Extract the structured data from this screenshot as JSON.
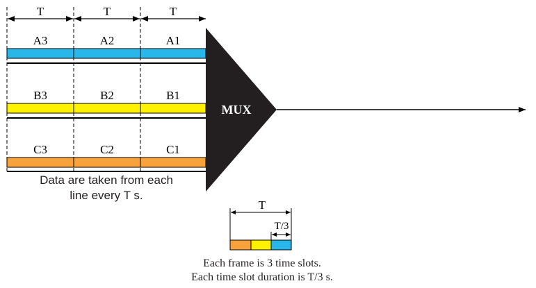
{
  "period_labels": [
    "T",
    "T",
    "T"
  ],
  "lines": [
    {
      "slots": [
        "A3",
        "A2",
        "A1"
      ],
      "color": "#29b6e8"
    },
    {
      "slots": [
        "B3",
        "B2",
        "B1"
      ],
      "color": "#fff200"
    },
    {
      "slots": [
        "C3",
        "C2",
        "C1"
      ],
      "color": "#f7a23b"
    }
  ],
  "mux_label": "MUX",
  "caption_left": [
    "Data are taken from each",
    "line every T s."
  ],
  "frame": {
    "period_label": "T",
    "slot_label": "T/3",
    "slot_colors": [
      "#f7a23b",
      "#fff200",
      "#29b6e8"
    ]
  },
  "caption_bottom": [
    "Each frame is 3 time slots.",
    "Each time slot duration is T/3 s."
  ]
}
